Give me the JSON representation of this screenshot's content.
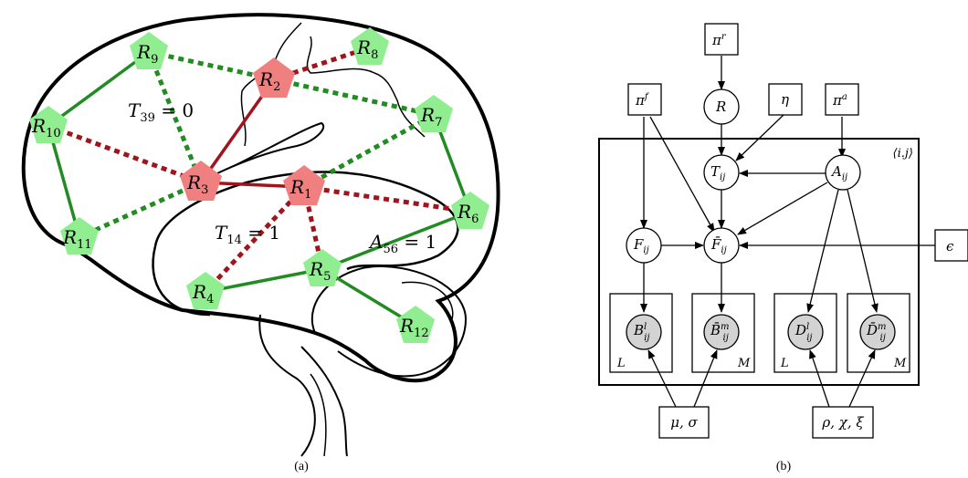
{
  "panel_a": {
    "caption": "(a)",
    "regions": {
      "r1": "R",
      "r1_sub": "1",
      "r2": "R",
      "r2_sub": "2",
      "r3": "R",
      "r3_sub": "3",
      "r4": "R",
      "r4_sub": "4",
      "r5": "R",
      "r5_sub": "5",
      "r6": "R",
      "r6_sub": "6",
      "r7": "R",
      "r7_sub": "7",
      "r8": "R",
      "r8_sub": "8",
      "r9": "R",
      "r9_sub": "9",
      "r10": "R",
      "r10_sub": "10",
      "r11": "R",
      "r11_sub": "11",
      "r12": "R",
      "r12_sub": "12"
    },
    "annotations": {
      "t39": "T",
      "t39_sub": "39",
      "t39_val": " = 0",
      "t14": "T",
      "t14_sub": "14",
      "t14_val": " = 1",
      "a56": "A",
      "a56_sub": "56",
      "a56_val": " = 1"
    },
    "colors": {
      "green_node": "#90ee90",
      "red_node": "#f08080",
      "green_edge": "#228b22",
      "red_edge": "#a0141e"
    }
  },
  "panel_b": {
    "caption": "(b)",
    "plate_label": "⟨i.j⟩",
    "pi_r": "π",
    "pi_r_sup": "r",
    "pi_f": "π",
    "pi_f_sup": "f",
    "eta": "η",
    "pi_a": "π",
    "pi_a_sup": "a",
    "R": "R",
    "T": "T",
    "T_sub": "ij",
    "A": "A",
    "A_sub": "ij",
    "F": "F",
    "F_sub": "ij",
    "Fbar": "F̄",
    "Fbar_sub": "ij",
    "epsilon": "ϵ",
    "B": "B",
    "B_sub": "ij",
    "B_sup": "l",
    "Bbar": "B̄",
    "Bbar_sub": "ij",
    "Bbar_sup": "m",
    "D": "D",
    "D_sub": "ij",
    "D_sup": "l",
    "Dbar": "D̄",
    "Dbar_sub": "ij",
    "Dbar_sup": "m",
    "plate_L1": "L",
    "plate_M1": "M",
    "plate_L2": "L",
    "plate_M2": "M",
    "mu_sigma": "μ, σ",
    "rho_chi_xi": "ρ, χ, ξ"
  }
}
